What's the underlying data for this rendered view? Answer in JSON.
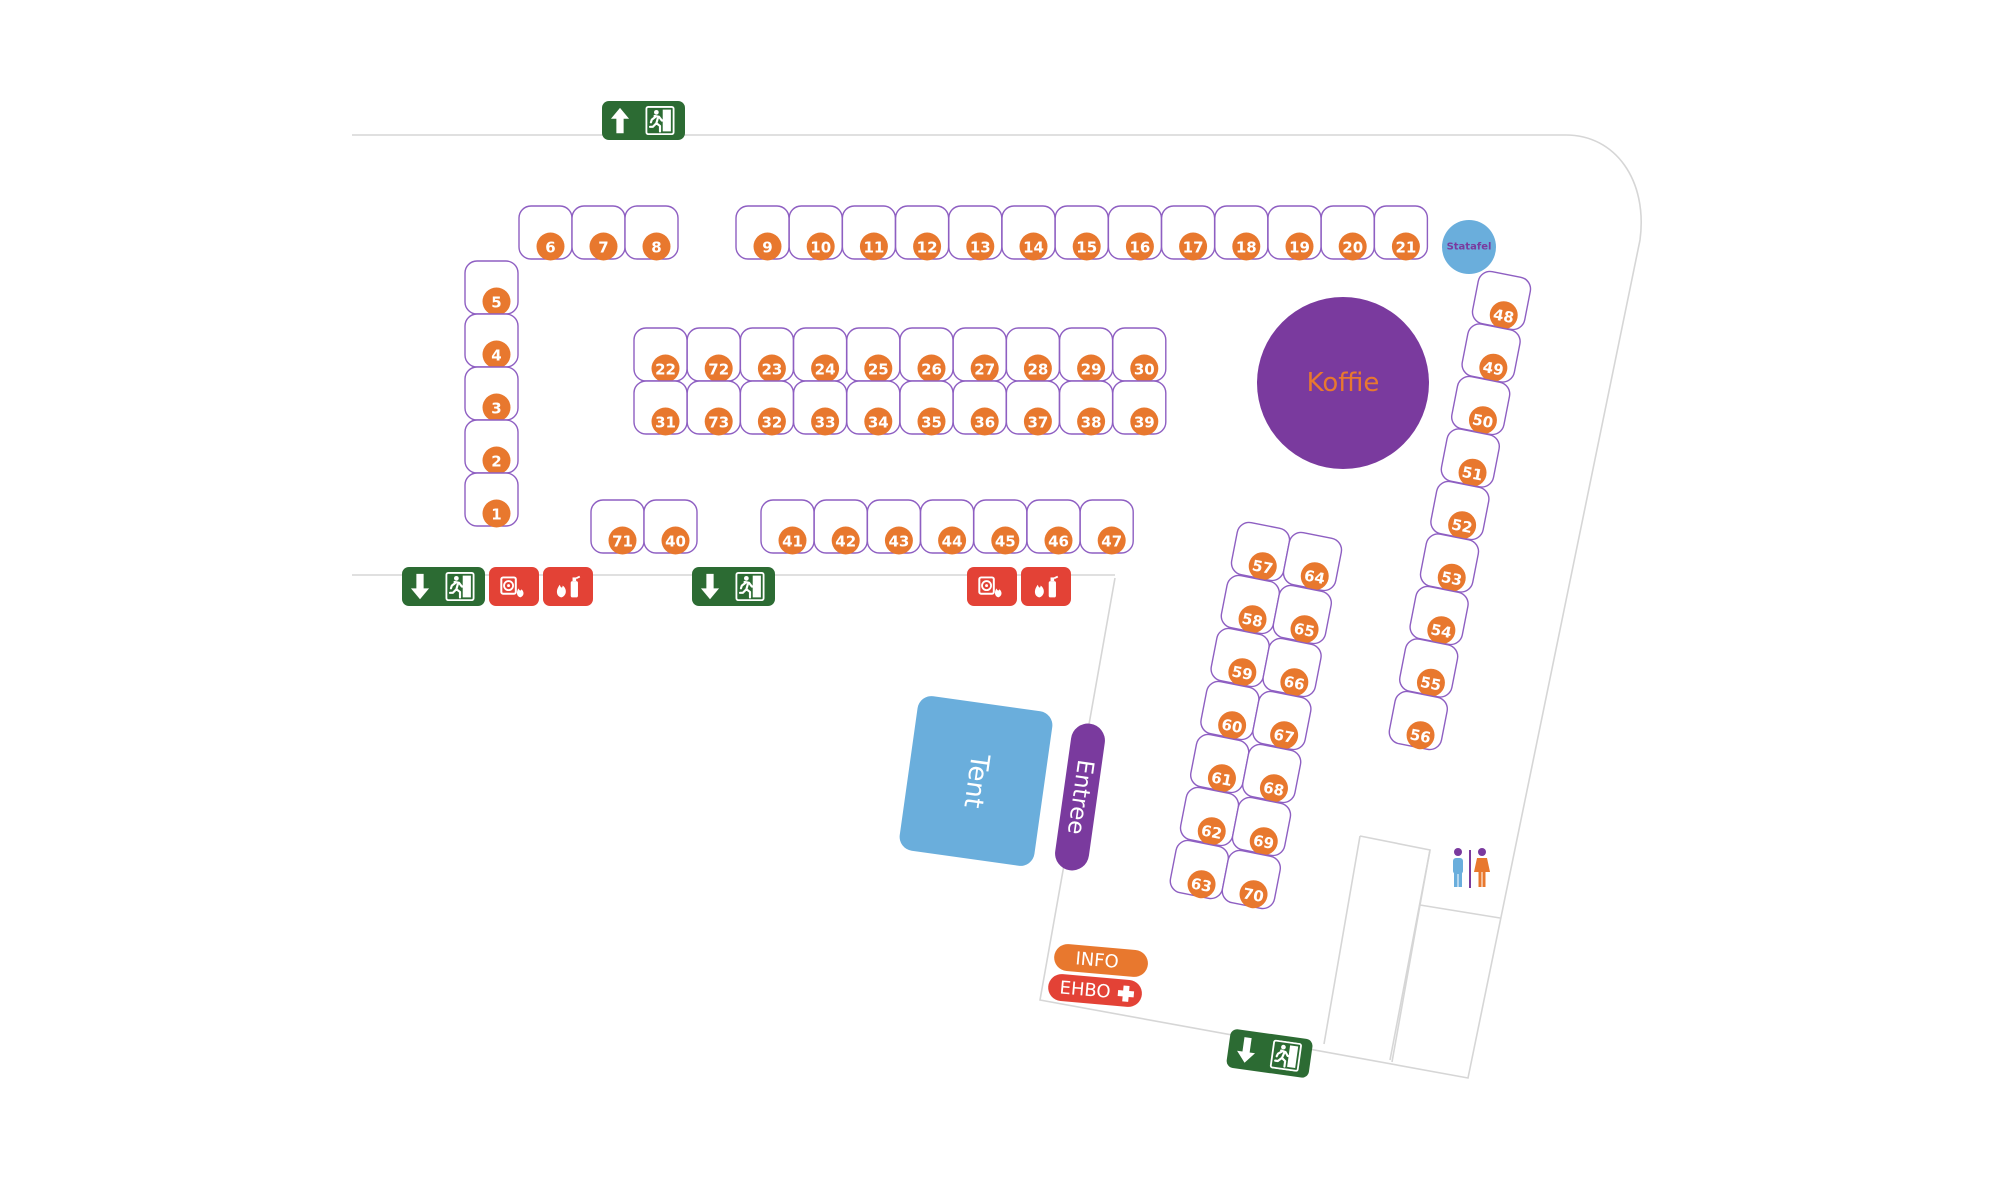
{
  "colors": {
    "booth_outline": "#8e5fc2",
    "booth_badge": "#e8782e",
    "koffie": "#7a3a9e",
    "koffie_text": "#e8782e",
    "tent": "#6aaedc",
    "entree": "#7a3a9e",
    "statafel": "#6aaedc",
    "emergency_exit": "#2c6b33",
    "fire_equipment": "#e34236",
    "info": "#e8782e",
    "ehbo": "#e34236"
  },
  "booths": {
    "b1": "1",
    "b2": "2",
    "b3": "3",
    "b4": "4",
    "b5": "5",
    "b6": "6",
    "b7": "7",
    "b8": "8",
    "b9": "9",
    "b10": "10",
    "b11": "11",
    "b12": "12",
    "b13": "13",
    "b14": "14",
    "b15": "15",
    "b16": "16",
    "b17": "17",
    "b18": "18",
    "b19": "19",
    "b20": "20",
    "b21": "21",
    "b22": "22",
    "b72": "72",
    "b23": "23",
    "b24": "24",
    "b25": "25",
    "b26": "26",
    "b27": "27",
    "b28": "28",
    "b29": "29",
    "b30": "30",
    "b31": "31",
    "b73": "73",
    "b32": "32",
    "b33": "33",
    "b34": "34",
    "b35": "35",
    "b36": "36",
    "b37": "37",
    "b38": "38",
    "b39": "39",
    "b71": "71",
    "b40": "40",
    "b41": "41",
    "b42": "42",
    "b43": "43",
    "b44": "44",
    "b45": "45",
    "b46": "46",
    "b47": "47",
    "b48": "48",
    "b49": "49",
    "b50": "50",
    "b51": "51",
    "b52": "52",
    "b53": "53",
    "b54": "54",
    "b55": "55",
    "b56": "56",
    "b57": "57",
    "b58": "58",
    "b59": "59",
    "b60": "60",
    "b61": "61",
    "b62": "62",
    "b63": "63",
    "b64": "64",
    "b65": "65",
    "b66": "66",
    "b67": "67",
    "b68": "68",
    "b69": "69",
    "b70": "70"
  },
  "labels": {
    "koffie": "Koffie",
    "tent": "Tent",
    "entree": "Entree",
    "statafel": "Statafel",
    "info": "INFO",
    "ehbo": "EHBO"
  },
  "icons": {
    "exit": "emergency-exit-icon",
    "arrow_up": "arrow-up-icon",
    "arrow_down": "arrow-down-icon",
    "fire_hose": "fire-hose-icon",
    "fire_extinguisher": "fire-extinguisher-icon",
    "toilets": "toilets-icon",
    "first_aid": "first-aid-cross-icon"
  }
}
